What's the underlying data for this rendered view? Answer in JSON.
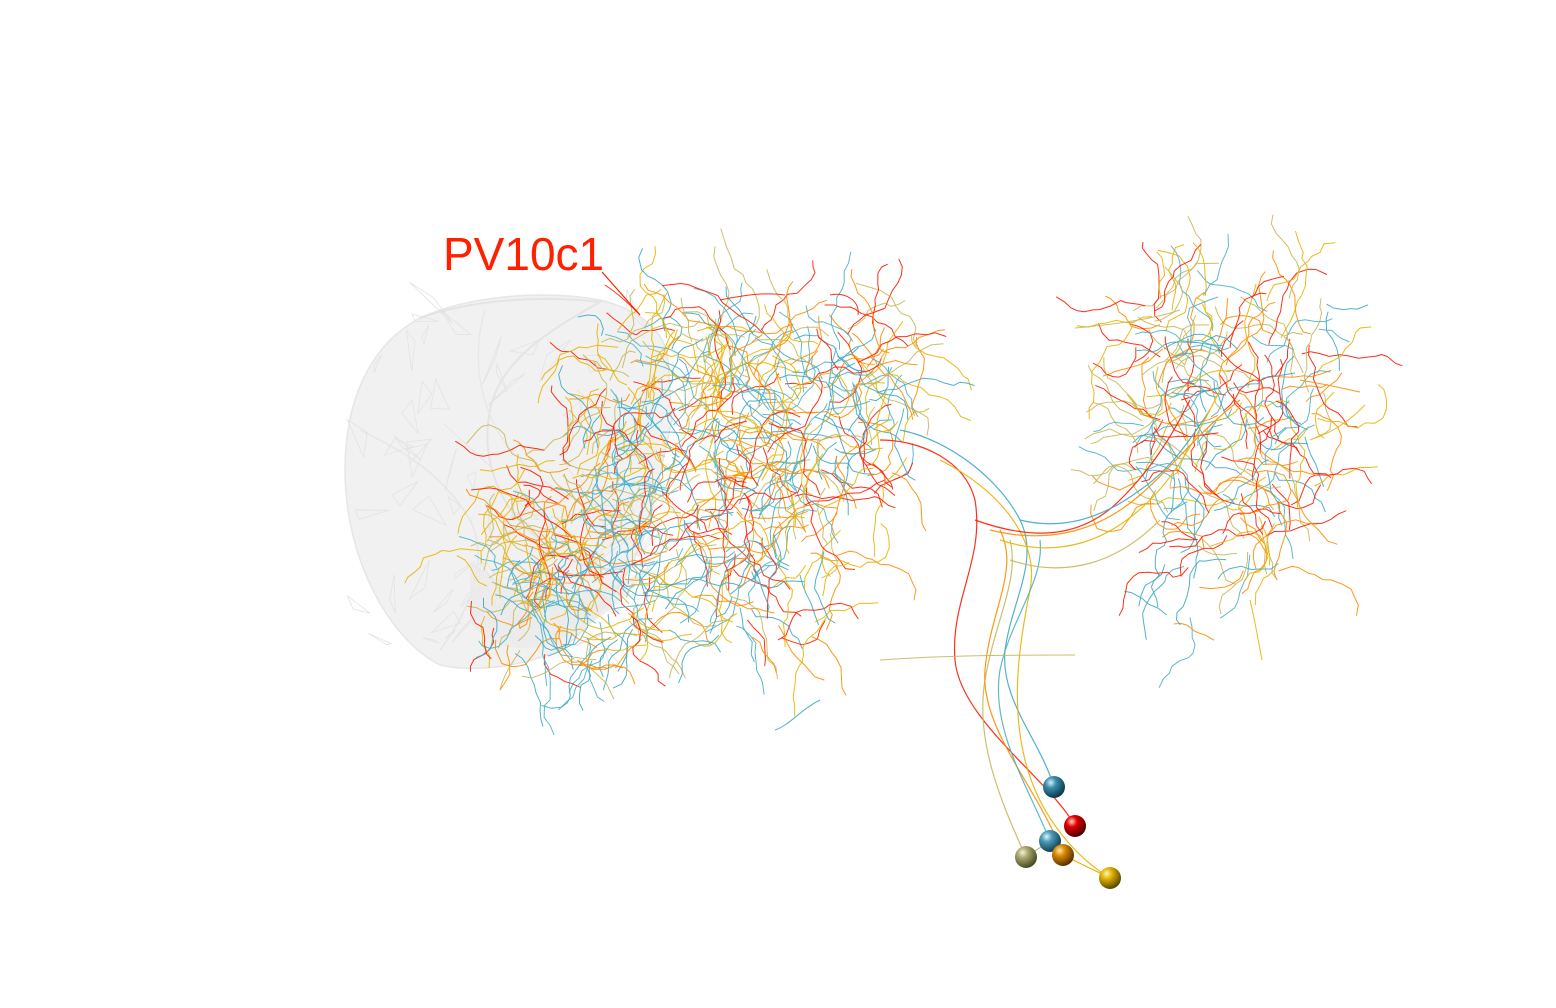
{
  "label": {
    "text": "PV10c1",
    "color": "#ff2000"
  },
  "colors": {
    "background": "#ffffff",
    "mesh_fill": "#f0f0f0",
    "mesh_edge": "#e2e2e2",
    "neuron_palette": [
      "#ff1a00",
      "#ff8c00",
      "#e8b400",
      "#c8b85a",
      "#3fa9c4",
      "#4db3c8"
    ]
  },
  "icons": [
    "brain-neuropil-mesh",
    "neuron-skeleton",
    "soma-sphere"
  ],
  "somas": [
    {
      "name": "teal-soma-top",
      "color": "#3a8eaa"
    },
    {
      "name": "red-soma",
      "color": "#e00000"
    },
    {
      "name": "teal-soma-middle",
      "color": "#4a9ab8"
    },
    {
      "name": "olive-soma",
      "color": "#a9a86e"
    },
    {
      "name": "orange-soma",
      "color": "#d98a00"
    },
    {
      "name": "gold-soma",
      "color": "#e0b400"
    }
  ]
}
